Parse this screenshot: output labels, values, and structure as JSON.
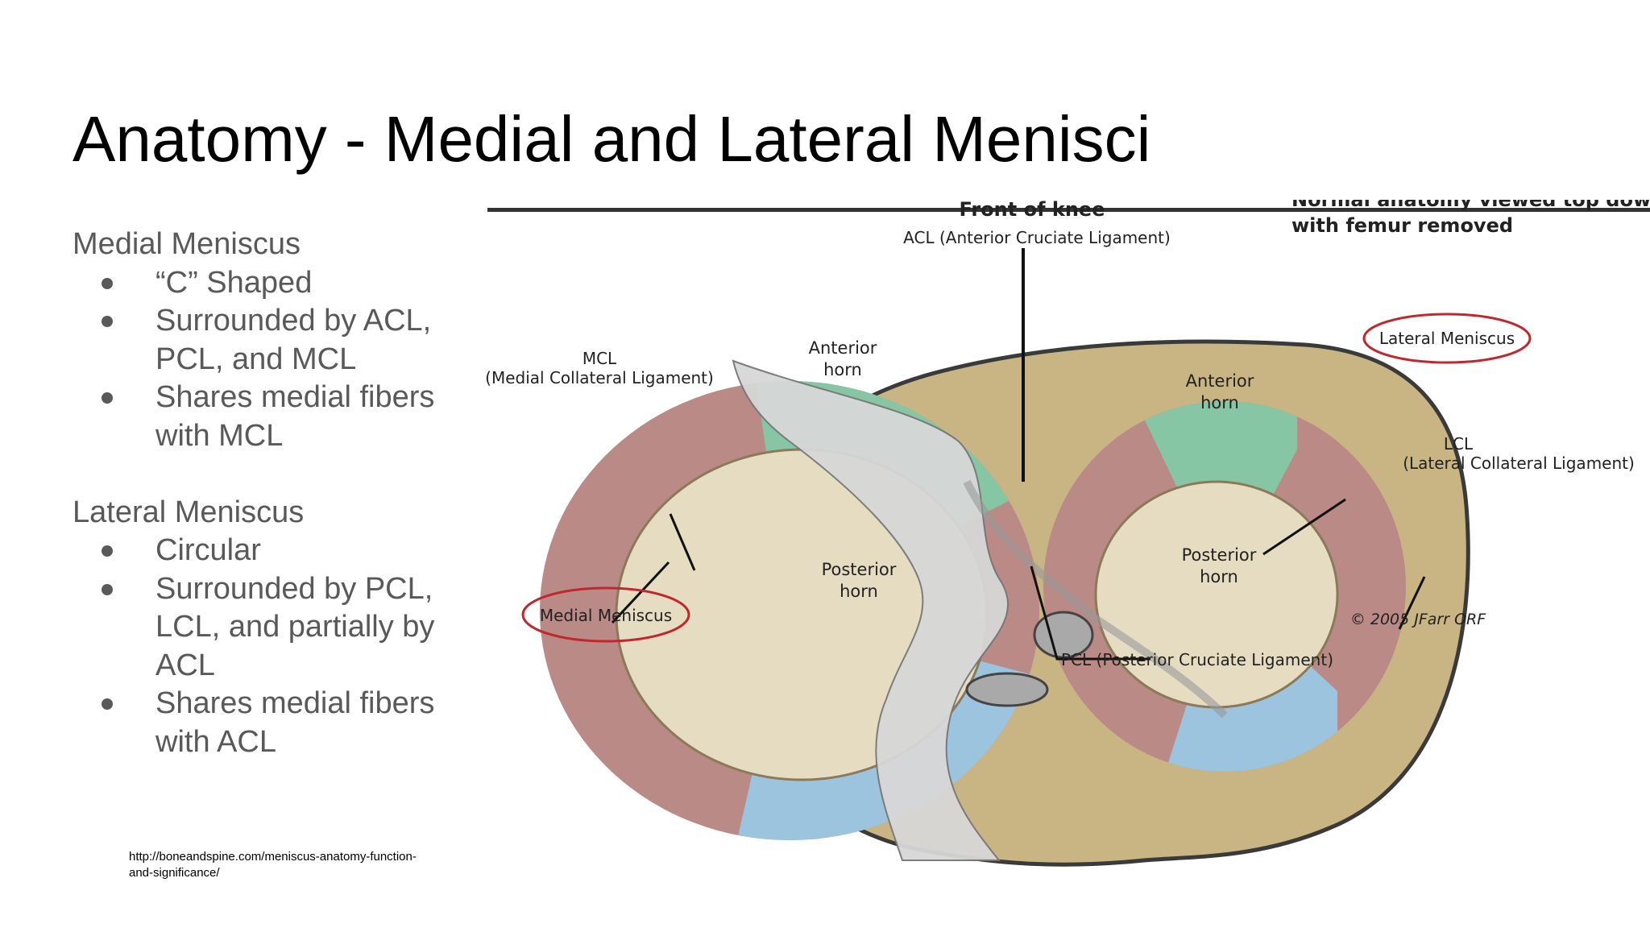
{
  "slide": {
    "title": "Anatomy - Medial and Lateral Menisci",
    "medial": {
      "heading": "Medial Meniscus",
      "bullets": [
        "“C” Shaped",
        "Surrounded by ACL, PCL, and MCL",
        "Shares medial fibers with MCL"
      ]
    },
    "lateral": {
      "heading": "Lateral Meniscus",
      "bullets": [
        "Circular",
        "Surrounded by PCL, LCL, and partially by ACL",
        "Shares medial fibers with ACL"
      ]
    },
    "source": "http://boneandspine.com/meniscus-anatomy-function-and-significance/"
  },
  "diagram": {
    "header_front": "Front of knee",
    "header_view_line1": "Normal anatomy viewed top down",
    "header_view_line2": "with femur removed",
    "acl": "ACL (Anterior Cruciate Ligament)",
    "pcl": "PCL (Posterior Cruciate Ligament)",
    "mcl_line1": "MCL",
    "mcl_line2": "(Medial Collateral Ligament)",
    "lcl_line1": "LCL",
    "lcl_line2": "(Lateral Collateral Ligament)",
    "lateral_meniscus": "Lateral Meniscus",
    "medial_meniscus": "Medial Meniscus",
    "anterior_word": "Anterior",
    "posterior_word": "Posterior",
    "horn_word": "horn",
    "copyright": "© 2005 JFarr ORF",
    "colors": {
      "anterior_horn": "#86c6a4",
      "posterior_horn": "#9cc4de",
      "meniscus_body": "#b98a86",
      "tibia": "#c9b583",
      "plateau": "#e6dcc2",
      "callout": "#c0282d"
    }
  }
}
